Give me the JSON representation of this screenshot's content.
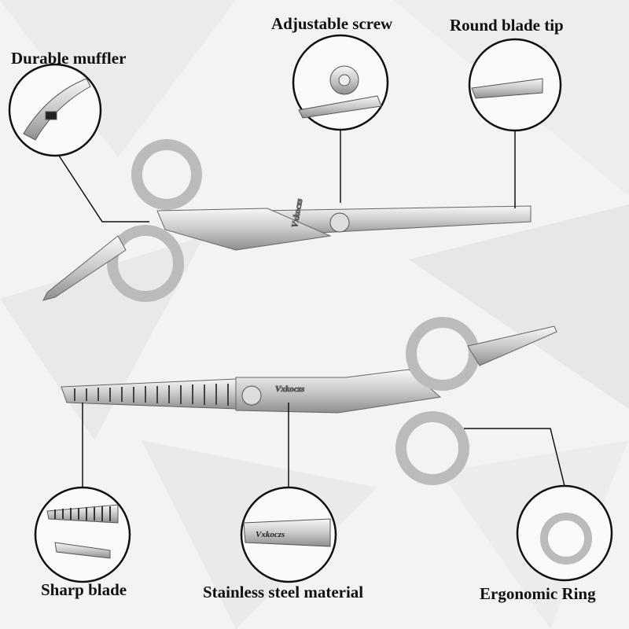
{
  "labels": {
    "adjustable_screw": "Adjustable screw",
    "round_blade_tip": "Round blade tip",
    "durable_muffler": "Durable muffler",
    "sharp_blade": "Sharp blade",
    "stainless_steel": "Stainless steel material",
    "ergonomic_ring": "Ergonomic Ring"
  },
  "brand": "Vxkoczs",
  "colors": {
    "background": "#f3f3f3",
    "steel": "#d9d9d9",
    "outline": "#222222"
  }
}
